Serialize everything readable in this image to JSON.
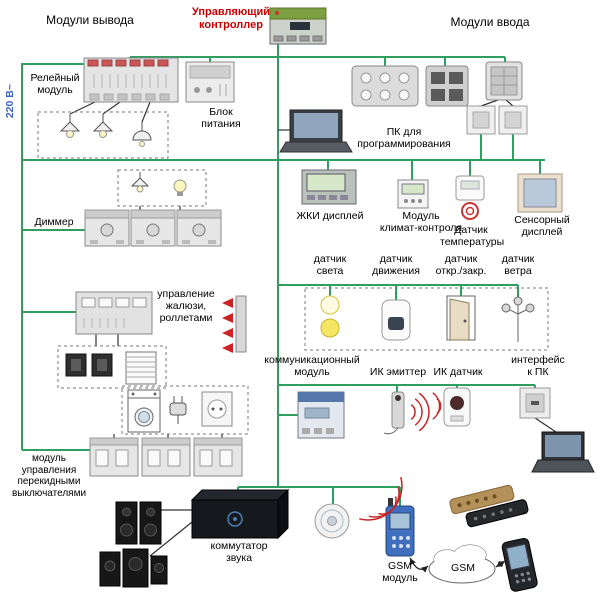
{
  "labels": {
    "output_modules": "Модули вывода",
    "controller": "Управляющий\nконтроллер",
    "input_modules": "Модули ввода",
    "voltage": "220 В~",
    "relay_module": "Релейный\nмодуль",
    "power_supply": "Блок\nпитания",
    "pc_programming": "ПК для\nпрограммирования",
    "lcd_display": "ЖКИ дисплей",
    "climate_module": "Модуль\nклимат-контроля",
    "temperature_sensor": "Датчик\nтемпературы",
    "touch_display": "Сенсорный\nдисплей",
    "dimmer": "Диммер",
    "light_sensor": "датчик\nсвета",
    "motion_sensor": "датчик\nдвижения",
    "open_close_sensor": "датчик\nоткр./закр.",
    "wind_sensor": "датчик\nветра",
    "blinds_control": "управление\nжалюзи,\nроллетами",
    "communication_module": "коммуникационный\nмодуль",
    "ir_emitter": "ИК эмиттер",
    "ir_sensor": "ИК датчик",
    "pc_interface": "интерфейс\nк ПК",
    "toggle_switch_module": "модуль\nуправления\nперекидными\nвыключателями",
    "audio_switch": "коммутатор\nзвука",
    "gsm_module": "GSM\nмодуль",
    "gsm_cloud": "GSM"
  },
  "colors": {
    "bus_line": "#2f9f60",
    "controller_label": "#cc0000",
    "voltage_label": "#3b62c4",
    "wireless_signal": "#cc2222"
  }
}
